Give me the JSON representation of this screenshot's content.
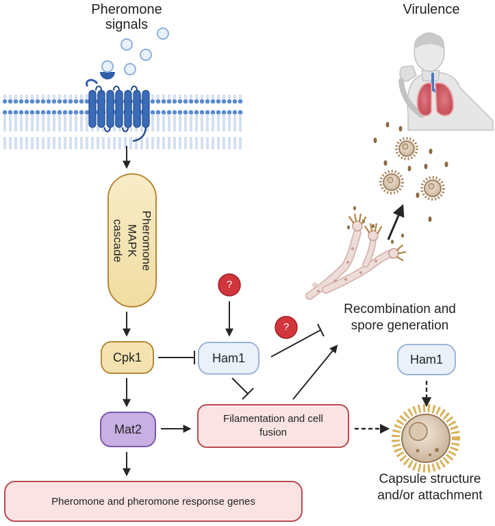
{
  "labels": {
    "pheromone_signals": "Pheromone\nsignals",
    "virulence": "Virulence",
    "mapk_cascade": "Pheromone\nMAPK cascade",
    "cpk1": "Cpk1",
    "mat2": "Mat2",
    "ham1": "Ham1",
    "ham1_right": "Ham1",
    "filamentation": "Filamentation and cell fusion",
    "genes": "Pheromone and pheromone response genes",
    "recombination": "Recombination and\nspore generation",
    "capsule": "Capsule structure\nand/or attachment",
    "unknown_1": "?",
    "unknown_2": "?"
  },
  "colors": {
    "arrow": "#262626",
    "membrane_blue": "#5b8bd0",
    "receptor": "#2f5fa8",
    "unknown_red": "#d0363c",
    "spore_brown": "#8c6a44",
    "hypha": "#e6cdc8"
  }
}
